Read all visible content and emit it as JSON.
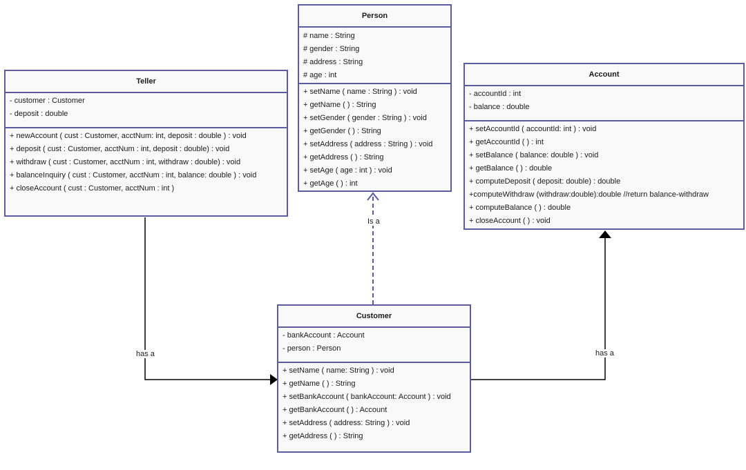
{
  "classes": {
    "person": {
      "name": "Person",
      "attributes": [
        "# name : String",
        "# gender : String",
        "# address : String",
        "# age : int"
      ],
      "methods": [
        "+ setName ( name : String ) : void",
        "+ getName ( ) : String",
        "+ setGender ( gender : String ) : void",
        "+ getGender ( ) : String",
        "+ setAddress ( address : String ) : void",
        "+ getAddress ( ) : String",
        "+ setAge ( age : int ) : void",
        "+ getAge ( ) : int"
      ]
    },
    "teller": {
      "name": "Teller",
      "attributes": [
        "- customer : Customer",
        "- deposit : double"
      ],
      "methods": [
        "+ newAccount ( cust : Customer, acctNum: int, deposit : double ) : void",
        "+ deposit ( cust : Customer, acctNum : int, deposit : double) : void",
        "+ withdraw ( cust : Customer, acctNum : int, withdraw : double) : void",
        "+ balanceInquiry ( cust : Customer, acctNum : int, balance: double ) : void",
        "+ closeAccount ( cust : Customer, acctNum : int )"
      ]
    },
    "account": {
      "name": "Account",
      "attributes": [
        "- accountId : int",
        "- balance : double"
      ],
      "methods": [
        "+ setAccountId ( accountId: int ) : void",
        "+ getAccountId ( ) : int",
        "+ setBalance ( balance: double ) : void",
        "+ getBalance ( ) : double",
        "+ computeDeposit ( deposit: double) : double",
        "+computeWithdraw (withdraw:double):double  //return balance-withdraw",
        "+ computeBalance ( ) : double",
        "+ closeAccount ( ) : void"
      ]
    },
    "customer": {
      "name": "Customer",
      "attributes": [
        "- bankAccount : Account",
        "- person : Person"
      ],
      "methods": [
        "+ setName ( name: String ) : void",
        "+ getName ( ) : String",
        "+ setBankAccount ( bankAccount: Account ) : void",
        "+ getBankAccount ( ) : Account",
        "+ setAddress ( address: String ) : void",
        "+ getAddress ( ) : String"
      ]
    }
  },
  "edges": {
    "customer_person": "Is a",
    "teller_customer": "has a",
    "customer_account": "has a"
  },
  "colors": {
    "border": "#5d5ba0",
    "box_fill": "#f9f9f9",
    "line": "#000000",
    "dashed": "#5d5ba0"
  }
}
